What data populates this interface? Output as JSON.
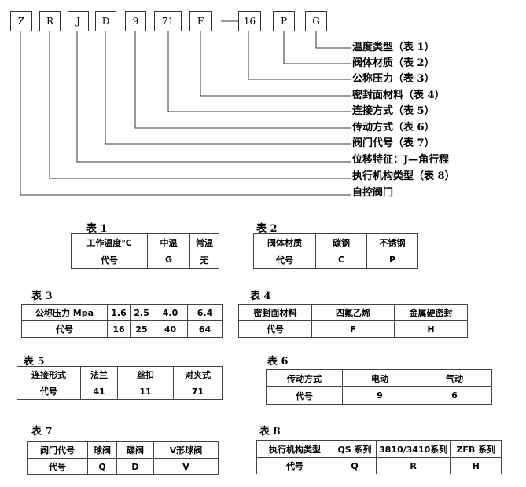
{
  "codes": [
    "Z",
    "R",
    "J",
    "D",
    "9",
    "71",
    "F",
    "16",
    "P",
    "G"
  ],
  "labels": [
    "温度类型（表 1）",
    "阀体材质（表 2）",
    "公称压力（表 3）",
    "密封面材料（表 4）",
    "连接方式（表 5）",
    "传动方式（表 6）",
    "阀门代号（表 7）",
    "位移特征：J—角行程",
    "执行机构类型（表 8）",
    "自控阀门"
  ],
  "tables": [
    {
      "title": "表 1",
      "header": [
        "工作温度℃",
        "中温",
        "常温"
      ],
      "row": [
        "代号",
        "G",
        "无"
      ]
    },
    {
      "title": "表 2",
      "header": [
        "阀体材质",
        "碳钢",
        "不锈钢"
      ],
      "row": [
        "代号",
        "C",
        "P"
      ]
    },
    {
      "title": "表 3",
      "header": [
        "公称压力 Mpa",
        "1.6",
        "2.5",
        "4.0",
        "6.4"
      ],
      "row": [
        "代号",
        "16",
        "25",
        "40",
        "64"
      ]
    },
    {
      "title": "表 4",
      "header": [
        "密封面材料",
        "四氟乙烯",
        "金属硬密封"
      ],
      "row": [
        "代号",
        "F",
        "H"
      ]
    },
    {
      "title": "表 5",
      "header": [
        "连接形式",
        "法兰",
        "丝扣",
        "对夹式"
      ],
      "row": [
        "代号",
        "41",
        "11",
        "71"
      ]
    },
    {
      "title": "表 6",
      "header": [
        "传动方式",
        "电动",
        "气动"
      ],
      "row": [
        "代号",
        "9",
        "6"
      ]
    },
    {
      "title": "表 7",
      "header": [
        "阀门代号",
        "球阀",
        "碟阀",
        "V形球阀"
      ],
      "row": [
        "代号",
        "Q",
        "D",
        "V"
      ]
    },
    {
      "title": "表 8",
      "header": [
        "执行机构类型",
        "QS 系列",
        "3810/3410系列",
        "ZFB 系列"
      ],
      "row": [
        "代号",
        "Q",
        "R",
        "H"
      ]
    }
  ]
}
